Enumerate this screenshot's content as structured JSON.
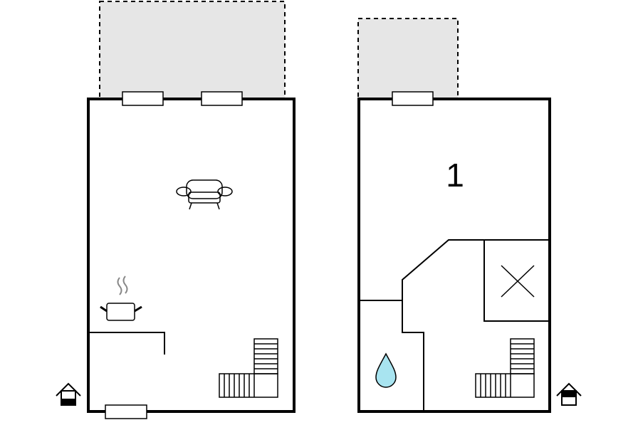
{
  "floors": [
    {
      "id": "ground-floor",
      "rooms": [
        {
          "type": "living-area",
          "icon": "sofa-icon"
        },
        {
          "type": "kitchen",
          "icon": "cooking-pot-icon"
        }
      ],
      "features": [
        "balcony",
        "window",
        "window",
        "window",
        "staircase",
        "entrance"
      ],
      "entrance_icon": "house-entrance-icon"
    },
    {
      "id": "upper-floor",
      "rooms": [
        {
          "type": "bedroom",
          "label": "1"
        },
        {
          "type": "bathroom",
          "icon": "water-drop-icon"
        },
        {
          "type": "void",
          "icon": "void-cross-icon"
        }
      ],
      "features": [
        "balcony",
        "window",
        "staircase"
      ],
      "entrance_icon": "house-entrance-icon"
    }
  ],
  "colors": {
    "balcony_fill": "#e6e6e6",
    "water_drop": "#a8e4f0",
    "wall": "#000000"
  }
}
